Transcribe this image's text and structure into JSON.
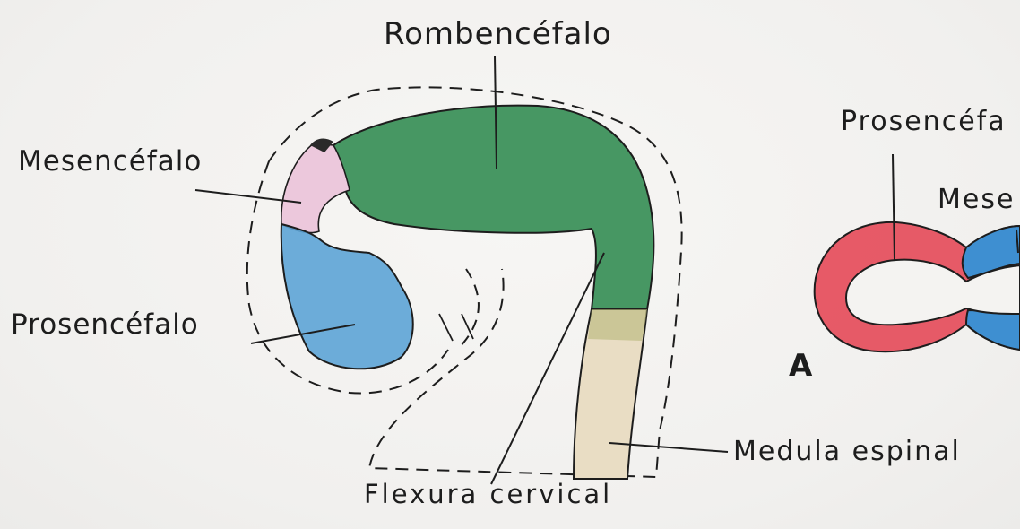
{
  "labels": {
    "rombencefalo": "Rombencéfalo",
    "mesencefalo": "Mesencéfalo",
    "prosencefalo": "Prosencéfalo",
    "flexura_cervical": "Flexura cervical",
    "medula_espinal": "Medula espinal",
    "prosencefalo_partial": "Prosencéfa",
    "mesencefalo_partial": "Mese",
    "figure_letter": "A"
  },
  "colors": {
    "rombencefalo": "#2f8a4e",
    "mesencefalo": "#ecc8dc",
    "prosencefalo": "#5da4d6",
    "medula_espinal": "#e9ddc4",
    "prosencefalo_A": "#e4404f",
    "mesencefalo_A": "#3e8fd1",
    "ink": "#1d1d1d"
  }
}
